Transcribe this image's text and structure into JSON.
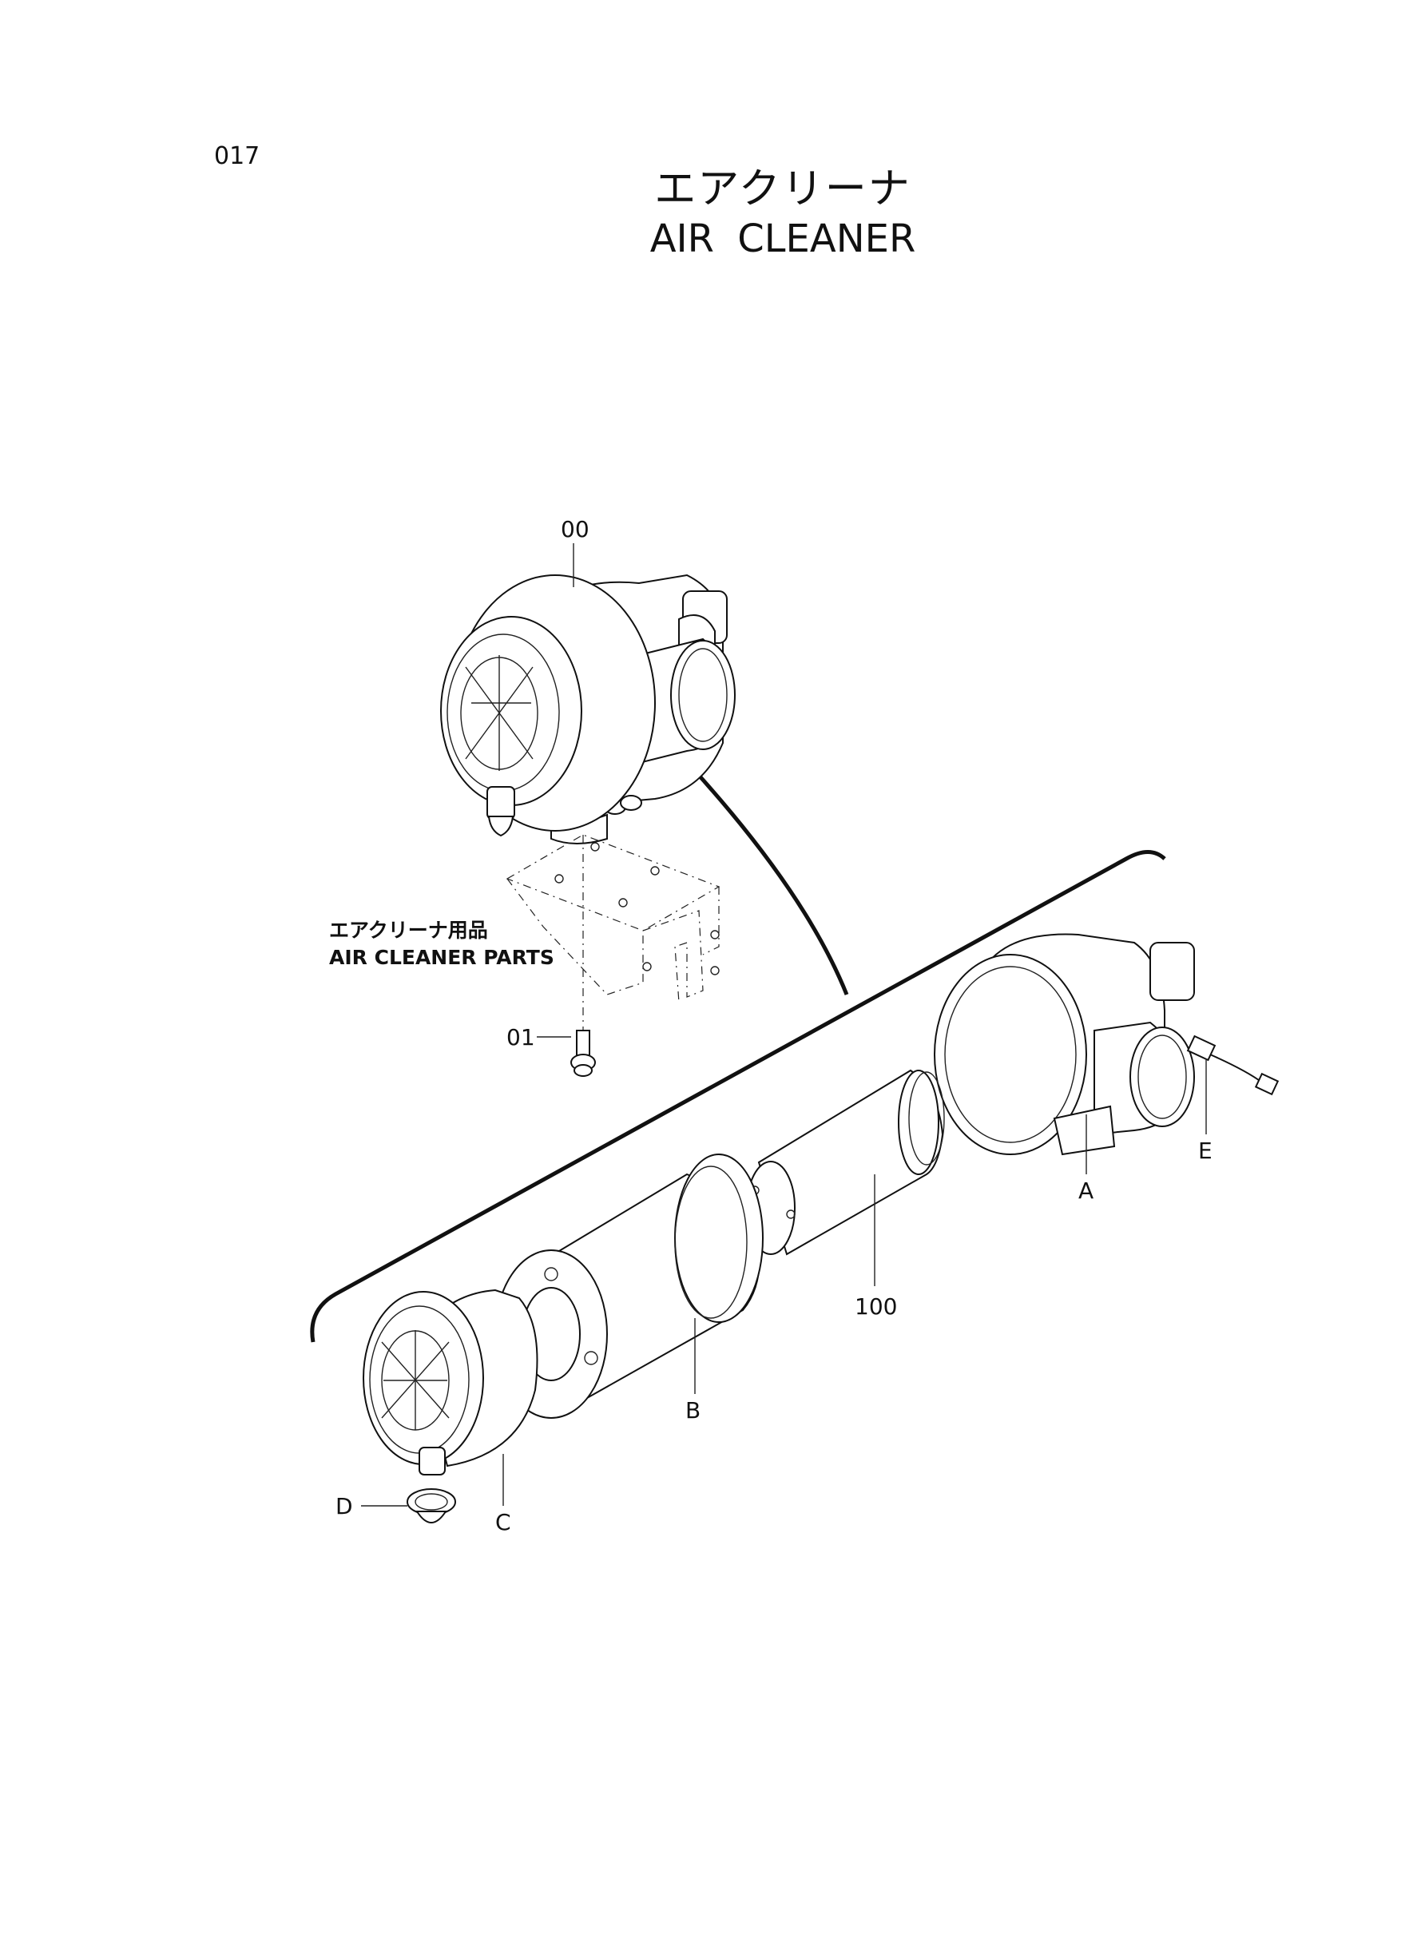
{
  "page": {
    "number": "017"
  },
  "title": {
    "japanese": "エアクリーナ",
    "english": "AIR  CLEANER"
  },
  "parts_group_label": {
    "japanese": "エアクリーナ用品",
    "english": "AIR CLEANER PARTS"
  },
  "callouts": [
    {
      "id": "00",
      "label": "00"
    },
    {
      "id": "01",
      "label": "01"
    },
    {
      "id": "100",
      "label": "100"
    },
    {
      "id": "A",
      "label": "A"
    },
    {
      "id": "B",
      "label": "B"
    },
    {
      "id": "C",
      "label": "C"
    },
    {
      "id": "D",
      "label": "D"
    },
    {
      "id": "E",
      "label": "E"
    }
  ]
}
